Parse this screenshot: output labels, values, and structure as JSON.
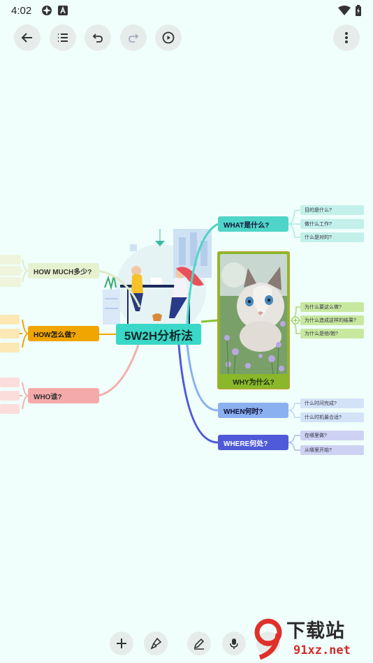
{
  "status_bar": {
    "time": "4:02"
  },
  "toolbar": {
    "back": "back-arrow-icon",
    "outline": "list-icon",
    "undo": "undo-icon",
    "redo": "redo-icon",
    "play": "play-icon",
    "more": "more-vert-icon"
  },
  "mindmap": {
    "central": "5W2H分析法",
    "what": {
      "label": "WHAT是什么?",
      "children": [
        "目的是什么?",
        "做什么工作?",
        "什么是对的?"
      ]
    },
    "why": {
      "label": "WHY为什么?",
      "children": [
        "为什么要这么做?",
        "为什么造成这样的结果?",
        "为什么是他/她?"
      ]
    },
    "when": {
      "label": "WHEN何时?",
      "children": [
        "什么时间完成?",
        "什么时机最合适?"
      ]
    },
    "where": {
      "label": "WHERE何处?",
      "children": [
        "在哪里做?",
        "从哪里开始?"
      ]
    },
    "how_much": {
      "label": "HOW MUCH多少?"
    },
    "how": {
      "label": "HOW怎么做?"
    },
    "who": {
      "label": "WHO谁?"
    }
  },
  "bottom_toolbar": [
    "add-icon",
    "style-brush-icon",
    "pen-icon",
    "mic-icon",
    "link-icon",
    "layout-icon"
  ],
  "watermark": {
    "title": "下载站",
    "url": "91xz.net"
  }
}
